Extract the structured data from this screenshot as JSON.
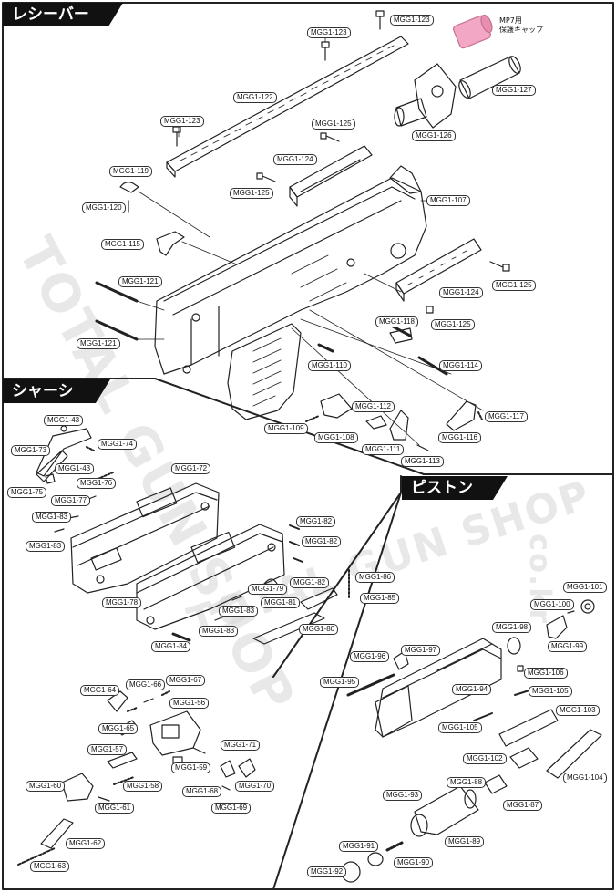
{
  "sections": {
    "receiver": "レシーバー",
    "chassis": "シャーシ",
    "piston": "ピストン"
  },
  "watermark": "TOTAL GUN SHOP",
  "watermark_small": "co.kr",
  "cap_note": [
    "MP7用",
    "保護キャップ"
  ],
  "labels": {
    "l1": "MGG1-123",
    "l2": "MGG1-123",
    "l3": "MGG1-122",
    "l4": "MGG1-123",
    "l5": "MGG1-127",
    "l6": "MGG1-126",
    "l7": "MGG1-125",
    "l8": "MGG1-124",
    "l9": "MGG1-119",
    "l10": "MGG1-125",
    "l11": "MGG1-107",
    "l12": "MGG1-120",
    "l13": "MGG1-115",
    "l14": "MGG1-124",
    "l15": "MGG1-125",
    "l16": "MGG1-121",
    "l17": "MGG1-118",
    "l18": "MGG1-125",
    "l19": "MGG1-121",
    "l20": "MGG1-110",
    "l21": "MGG1-114",
    "l22": "MGG1-112",
    "l23": "MGG1-117",
    "l24": "MGG1-109",
    "l25": "MGG1-108",
    "l26": "MGG1-116",
    "l27": "MGG1-111",
    "l28": "MGG1-113",
    "c1": "MGG1-43",
    "c2": "MGG1-73",
    "c3": "MGG1-74",
    "c4": "MGG1-43",
    "c5": "MGG1-75",
    "c6": "MGG1-76",
    "c7": "MGG1-72",
    "c8": "MGG1-77",
    "c9": "MGG1-83",
    "c10": "MGG1-83",
    "c11": "MGG1-82",
    "c12": "MGG1-82",
    "c13": "MGG1-86",
    "c14": "MGG1-82",
    "c15": "MGG1-79",
    "c16": "MGG1-85",
    "c17": "MGG1-78",
    "c18": "MGG1-83",
    "c19": "MGG1-81",
    "c20": "MGG1-83",
    "c21": "MGG1-80",
    "c22": "MGG1-84",
    "c23": "MGG1-64",
    "c24": "MGG1-66",
    "c25": "MGG1-67",
    "c26": "MGG1-56",
    "c27": "MGG1-65",
    "c28": "MGG1-71",
    "c29": "MGG1-57",
    "c30": "MGG1-59",
    "c31": "MGG1-60",
    "c32": "MGG1-58",
    "c33": "MGG1-68",
    "c34": "MGG1-70",
    "c35": "MGG1-61",
    "c36": "MGG1-69",
    "c37": "MGG1-62",
    "c38": "MGG1-63",
    "p1": "MGG1-101",
    "p2": "MGG1-100",
    "p3": "MGG1-98",
    "p4": "MGG1-99",
    "p5": "MGG1-96",
    "p6": "MGG1-97",
    "p7": "MGG1-106",
    "p8": "MGG1-95",
    "p9": "MGG1-94",
    "p10": "MGG1-105",
    "p11": "MGG1-103",
    "p12": "MGG1-105",
    "p13": "MGG1-102",
    "p14": "MGG1-104",
    "p15": "MGG1-88",
    "p16": "MGG1-93",
    "p17": "MGG1-87",
    "p18": "MGG1-89",
    "p19": "MGG1-91",
    "p20": "MGG1-90",
    "p21": "MGG1-92"
  },
  "colors": {
    "cap": "#f2a7c4",
    "line": "#222222",
    "header": "#111111"
  }
}
